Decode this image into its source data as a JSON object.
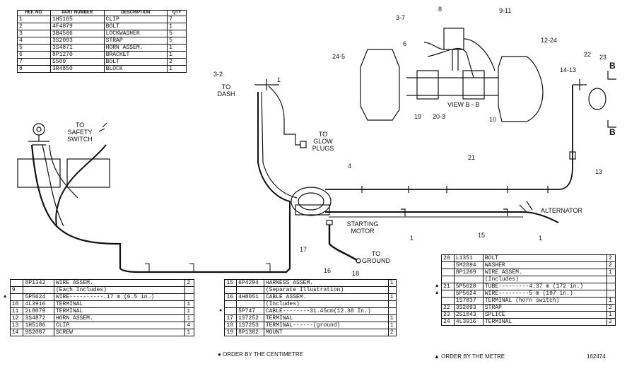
{
  "top_table": {
    "headers": [
      "REF. NO.",
      "PART NUMBER",
      "DESCRIPTION",
      "QTY"
    ],
    "rows": [
      {
        "ref": "1",
        "part": "1H5165",
        "desc": "CLIP",
        "qty": "7"
      },
      {
        "ref": "2",
        "part": "4F4879",
        "desc": "BOLT",
        "qty": "1"
      },
      {
        "ref": "3",
        "part": "3B4506",
        "desc": "LOCKWASHER",
        "qty": "5"
      },
      {
        "ref": "4",
        "part": "3S2093",
        "desc": "STRAP",
        "qty": "5"
      },
      {
        "ref": "5",
        "part": "3S4871",
        "desc": "HORN ASSEM.",
        "qty": "1"
      },
      {
        "ref": "6",
        "part": "8P1270",
        "desc": "BRACKET",
        "qty": "1"
      },
      {
        "ref": "7",
        "part": "S509",
        "desc": "BOLT",
        "qty": "2"
      },
      {
        "ref": "8",
        "part": "3R4850",
        "desc": "BLOCK",
        "qty": "1"
      }
    ]
  },
  "bottom_left_table": {
    "rows": [
      {
        "mark": "",
        "ref": "",
        "part": "8P1342",
        "desc": "WIRE ASSEM.",
        "qty": "2"
      },
      {
        "mark": "",
        "ref": "9",
        "part": "",
        "desc": "(Each Includes)",
        "qty": ""
      },
      {
        "mark": "▲",
        "ref": "",
        "part": "5P5624",
        "desc": "WIRE----------.17 m (6.5 in.)",
        "qty": ""
      },
      {
        "mark": "",
        "ref": "10",
        "part": "4L3916",
        "desc": "TERMINAL",
        "qty": "1"
      },
      {
        "mark": "",
        "ref": "11",
        "part": "2L8079",
        "desc": "TERMINAL",
        "qty": "1"
      },
      {
        "mark": "",
        "ref": "12",
        "part": "3S4872",
        "desc": "HORN ASSEM.",
        "qty": "1"
      },
      {
        "mark": "",
        "ref": "13",
        "part": "1H5186",
        "desc": "CLIP",
        "qty": "4"
      },
      {
        "mark": "",
        "ref": "14",
        "part": "9S2087",
        "desc": "SCREW",
        "qty": "1"
      }
    ]
  },
  "bottom_center_table": {
    "rows": [
      {
        "mark": "",
        "ref": "15",
        "part": "6P4294",
        "desc": "HARNESS ASSEM.",
        "qty": "1"
      },
      {
        "mark": "",
        "ref": "",
        "part": "",
        "desc": "(Separate Illustration)",
        "qty": ""
      },
      {
        "mark": "",
        "ref": "16",
        "part": "4H8051",
        "desc": "CABLE ASSEM.",
        "qty": "1"
      },
      {
        "mark": "",
        "ref": "",
        "part": "",
        "desc": "(Includes)",
        "qty": ""
      },
      {
        "mark": "●",
        "ref": "",
        "part": "5P747",
        "desc": "CABLE--------31.45cm(12.38 In.)",
        "qty": ""
      },
      {
        "mark": "",
        "ref": "17",
        "part": "1S7252",
        "desc": "TERMINAL",
        "qty": "1"
      },
      {
        "mark": "",
        "ref": "18",
        "part": "1S7253",
        "desc": "TERMINAL------(ground)",
        "qty": "1"
      },
      {
        "mark": "",
        "ref": "19",
        "part": "8P1382",
        "desc": "MOUNT",
        "qty": "2"
      }
    ]
  },
  "bottom_right_table": {
    "rows": [
      {
        "mark": "",
        "ref": "20",
        "part": "L1351",
        "desc": "BOLT",
        "qty": "2"
      },
      {
        "mark": "",
        "ref": "",
        "part": "5M2894",
        "desc": "WASHER",
        "qty": "2"
      },
      {
        "mark": "",
        "ref": "",
        "part": "8P1269",
        "desc": "WIRE ASSEM.",
        "qty": "1"
      },
      {
        "mark": "",
        "ref": "",
        "part": "",
        "desc": "(Includes)",
        "qty": ""
      },
      {
        "mark": "▲",
        "ref": "21",
        "part": "5P5628",
        "desc": "TUBE---------4.37 m (172 in.)",
        "qty": ""
      },
      {
        "mark": "▲",
        "ref": "",
        "part": "5P5624",
        "desc": "WIRE---------5 m (197 in.)",
        "qty": ""
      },
      {
        "mark": "",
        "ref": "",
        "part": "1S7837",
        "desc": "TERMINAL (horn switch)",
        "qty": "1"
      },
      {
        "mark": "",
        "ref": "22",
        "part": "3S2093",
        "desc": "STRAP",
        "qty": "2"
      },
      {
        "mark": "",
        "ref": "23",
        "part": "2S1043",
        "desc": "SPLICE",
        "qty": "1"
      },
      {
        "mark": "",
        "ref": "24",
        "part": "4L3916",
        "desc": "TERMINAL",
        "qty": "2"
      }
    ]
  },
  "footnotes": {
    "centimetre": "● ORDER BY THE CENTIMETRE",
    "metre": "▲ ORDER BY THE METRE",
    "figure_number": "162474"
  },
  "diagram_labels": {
    "to_dash": "TO\nDASH",
    "to_glow_plugs": "TO\nGLOW\nPLUGS",
    "to_safety_switch": "TO\nSAFETY\nSWITCH",
    "starting_motor": "STARTING\nMOTOR",
    "alternator": "ALTERNATOR",
    "to_ground": "TO\nGROUND",
    "view_bb": "VIEW B - B",
    "b_top": "B",
    "b_bottom": "B",
    "callouts": {
      "c3_2": "3-2",
      "c1_dash": "1",
      "c4": "4",
      "c21": "21",
      "c13": "13",
      "c1_alt": "1",
      "c15": "15",
      "c1_mid": "1",
      "c17": "17",
      "c16": "16",
      "c18": "18",
      "c3_7": "3-7",
      "c8": "8",
      "c9_11": "9-11",
      "c6": "6",
      "c12_24": "12-24",
      "c24_5": "24-5",
      "c22": "22",
      "c23": "23",
      "c14_13": "14-13",
      "c19": "19",
      "c20_3": "20-3",
      "c10": "10"
    }
  }
}
